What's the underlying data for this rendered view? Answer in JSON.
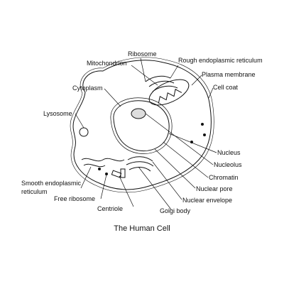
{
  "title": "The Human Cell",
  "labels": {
    "ribosome": "Ribosome",
    "mitochondrion": "Mitochondrion",
    "rough_er": "Rough endoplasmic reticulum",
    "plasma_membrane": "Plasma membrane",
    "cell_coat": "Cell coat",
    "cytoplasm": "Cytoplasm",
    "lysosome": "Lysosome",
    "nucleus": "Nucleus",
    "nucleolus": "Nucleolus",
    "chromatin": "Chromatin",
    "nuclear_pore": "Nuclear pore",
    "nuclear_envelope": "Nuclear envelope",
    "golgi_body": "Golgi body",
    "centriole": "Centriole",
    "free_ribosome": "Free ribosome",
    "smooth_er_line1": "Smooth endoplasmic",
    "smooth_er_line2": "reticulum"
  }
}
